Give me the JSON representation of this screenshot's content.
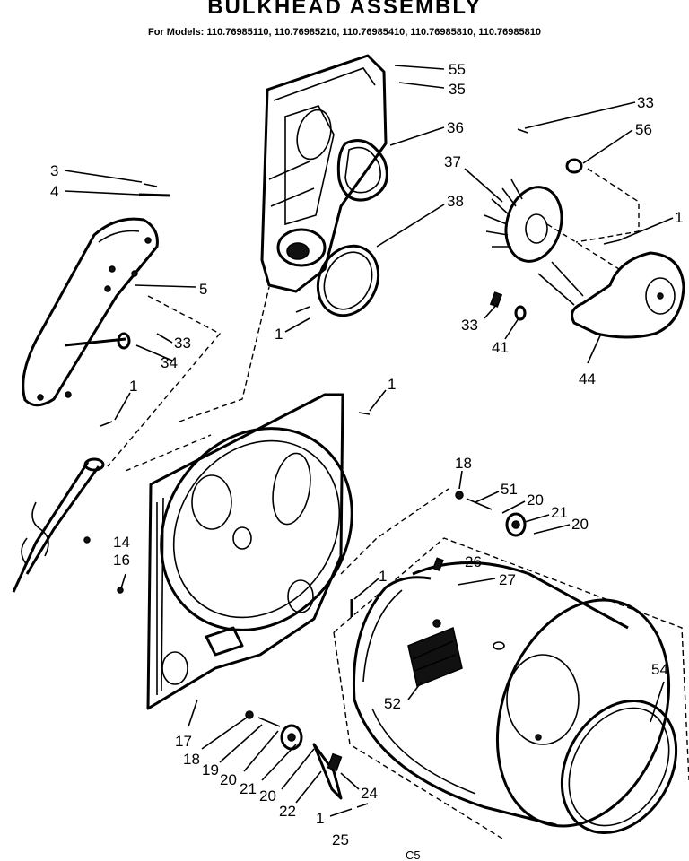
{
  "diagram": {
    "title": "BULKHEAD ASSEMBLY",
    "models_line": "For Models: 110.76985110, 110.76985210, 110.76985410, 110.76985810, 110.76985810",
    "footer_code": "C5",
    "callouts": {
      "c55": "55",
      "c35": "35",
      "c36": "36",
      "c38": "38",
      "c1_top": "1",
      "c33_top": "33",
      "c56": "56",
      "c37": "37",
      "c1_fan": "1",
      "c33_mid": "33",
      "c41": "41",
      "c44": "44",
      "c3": "3",
      "c4": "4",
      "c5": "5",
      "c33_left": "33",
      "c34": "34",
      "c1_left": "1",
      "c1_bulk": "1",
      "c14": "14",
      "c16": "16",
      "c1_center": "1",
      "c18_r": "18",
      "c51": "51",
      "c20_r1": "20",
      "c21_r": "21",
      "c20_r2": "20",
      "c26": "26",
      "c27": "27",
      "c52": "52",
      "c54": "54",
      "c17": "17",
      "c18_b": "18",
      "c19": "19",
      "c20_b1": "20",
      "c21_b": "21",
      "c20_b2": "20",
      "c22": "22",
      "c24": "24",
      "c1_b": "1",
      "c25": "25"
    }
  }
}
